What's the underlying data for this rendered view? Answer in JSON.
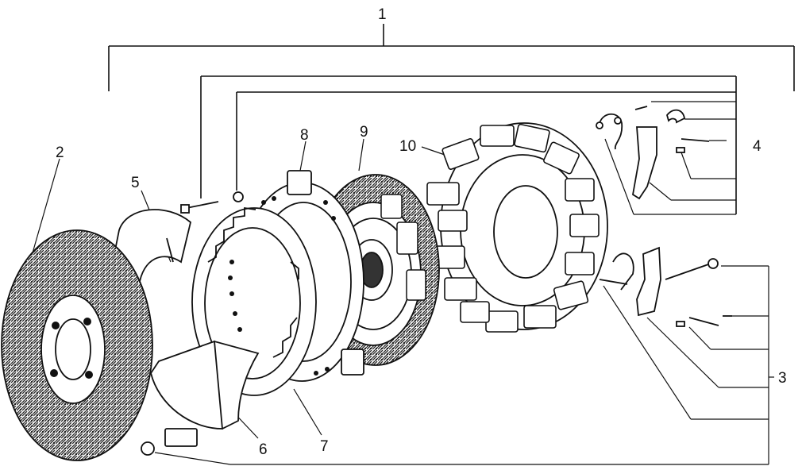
{
  "diagram": {
    "callouts": {
      "c1": "1",
      "c2": "2",
      "c3": "3",
      "c4": "4",
      "c5": "5",
      "c6": "6",
      "c7": "7",
      "c8": "8",
      "c9": "9",
      "c10": "10"
    },
    "colors": {
      "ink": "#111111",
      "lining": "#2b2b2b",
      "paper": "#ffffff"
    }
  }
}
